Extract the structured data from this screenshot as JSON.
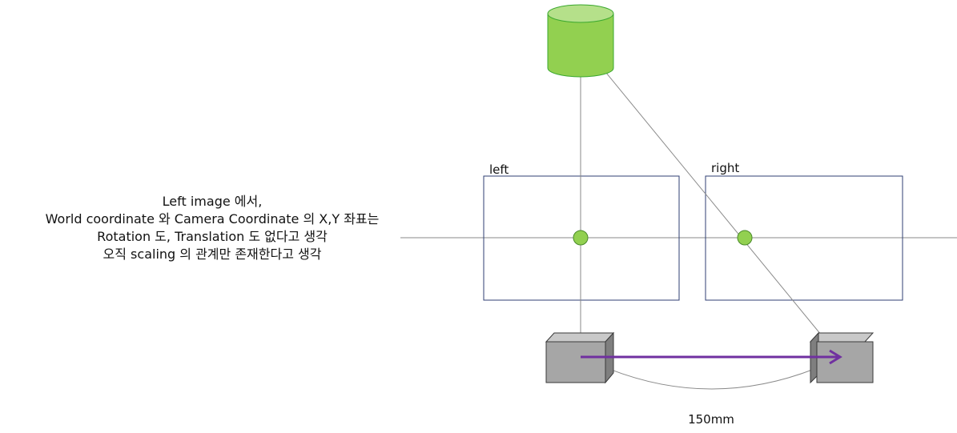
{
  "note": {
    "lines": [
      "Left image 에서,",
      "World coordinate 와 Camera Coordinate 의 X,Y 좌표는",
      "Rotation 도, Translation 도 없다고 생각",
      "오직 scaling 의 관계만 존재한다고 생각"
    ]
  },
  "labels": {
    "left_image": "left",
    "right_image": "right",
    "baseline": "150mm"
  },
  "colors": {
    "cylinder_body": "#92d050",
    "cylinder_top": "#b5e08a",
    "cylinder_stroke": "#3aa82e",
    "frame_stroke": "#2f3f73",
    "ray_stroke": "#8a8a8a",
    "optical_center_fill": "#92d050",
    "optical_center_stroke": "#4a8a2a",
    "camera_front": "#a6a6a6",
    "camera_side": "#7f7f7f",
    "camera_top": "#c9c9c9",
    "arrow": "#7030a0"
  }
}
